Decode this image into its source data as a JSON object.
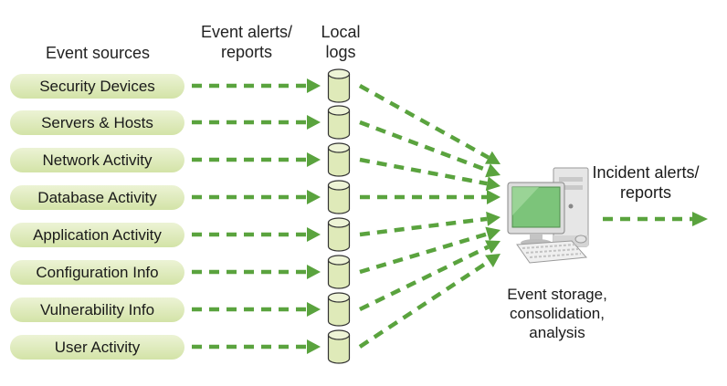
{
  "headers": {
    "sources": "Event sources",
    "alerts": "Event alerts/\nreports",
    "logs": "Local\nlogs"
  },
  "sources": [
    "Security Devices",
    "Servers & Hosts",
    "Network Activity",
    "Database Activity",
    "Application Activity",
    "Configuration Info",
    "Vulnerability Info",
    "User Activity"
  ],
  "output_label": "Incident alerts/\nreports",
  "computer_label": "Event storage,\nconsolidation,\nanalysis",
  "colors": {
    "arrow": "#5aa33e",
    "pill_top": "#ecf3d5",
    "pill_bottom": "#d3e3a7",
    "log_fill": "#dfeab9",
    "screen": "#7cc47a"
  },
  "icons": {
    "log": "database-cylinder-icon",
    "computer": "desktop-computer-icon"
  }
}
